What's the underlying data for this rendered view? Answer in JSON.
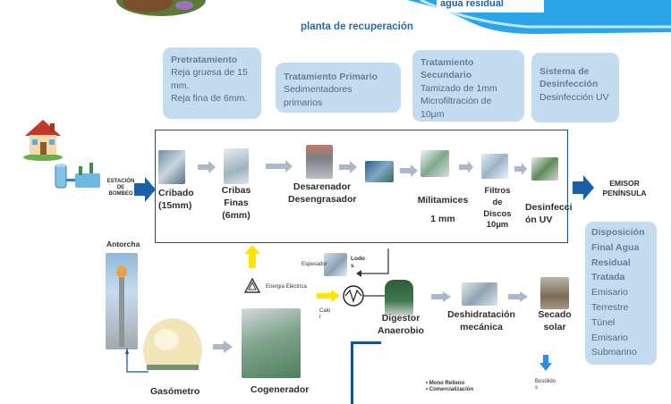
{
  "header": {
    "water_label": "agua residual",
    "plant_label": "planta de recuperación"
  },
  "stages": [
    {
      "title": "Pretratamiento",
      "lines": [
        "Reja gruesa de 15",
        "mm.",
        "Reja fina de 6mm."
      ]
    },
    {
      "title": "Tratamiento Primario",
      "lines": [
        "Sedimentadores primarios"
      ]
    },
    {
      "title": "Tratamiento",
      "title2": "Secundario",
      "lines": [
        "Tamizado de 1mm",
        "Microfiltración de 10µm"
      ]
    },
    {
      "title": "Sistema de",
      "title2": "Desinfección",
      "lines": [
        "Desinfección UV"
      ]
    }
  ],
  "inputs": {
    "station_line1": "ESTACIÓN",
    "station_line2": "DE",
    "station_line3": "BOMBEO"
  },
  "process": {
    "cribado": [
      "Cribado",
      "(15mm)"
    ],
    "cribas_finas": [
      "Cribas Finas",
      "(6mm)"
    ],
    "desarenador": [
      "Desarenador",
      "Desengrasador"
    ],
    "militamices": [
      "Militamices",
      "1 mm"
    ],
    "filtros": [
      "Filtros",
      "de",
      "Discos",
      "10µm"
    ],
    "desinfeccion": [
      "Desinfecci",
      "ón UV"
    ]
  },
  "output": {
    "emisor": [
      "EMISOR",
      "PENÍNSULA"
    ],
    "disposal_title": [
      "Disposición",
      "Final Agua",
      "Residual",
      "Tratada"
    ],
    "disposal_items": [
      "Emisario",
      "Terrestre",
      "Túnel",
      "Emisario",
      "Submarino"
    ]
  },
  "sludge": {
    "antorcha": "Antorcha",
    "lodos": [
      "Lodo",
      "s"
    ],
    "espesador": "Espesador",
    "energia": "Energía Eléctrica",
    "calor": [
      "Calo",
      "r"
    ],
    "digestor": [
      "Digestor",
      "Anaerobio"
    ],
    "deshidratacion": [
      "Deshidratación",
      "mecánica"
    ],
    "secado": [
      "Secado",
      "solar"
    ],
    "gasometro": "Gasómetro",
    "cogenerador": "Cogenerador",
    "biosolidos": [
      "Bosólido",
      "s"
    ],
    "bullets": [
      "Mono Relleno",
      "Comercialización"
    ]
  }
}
